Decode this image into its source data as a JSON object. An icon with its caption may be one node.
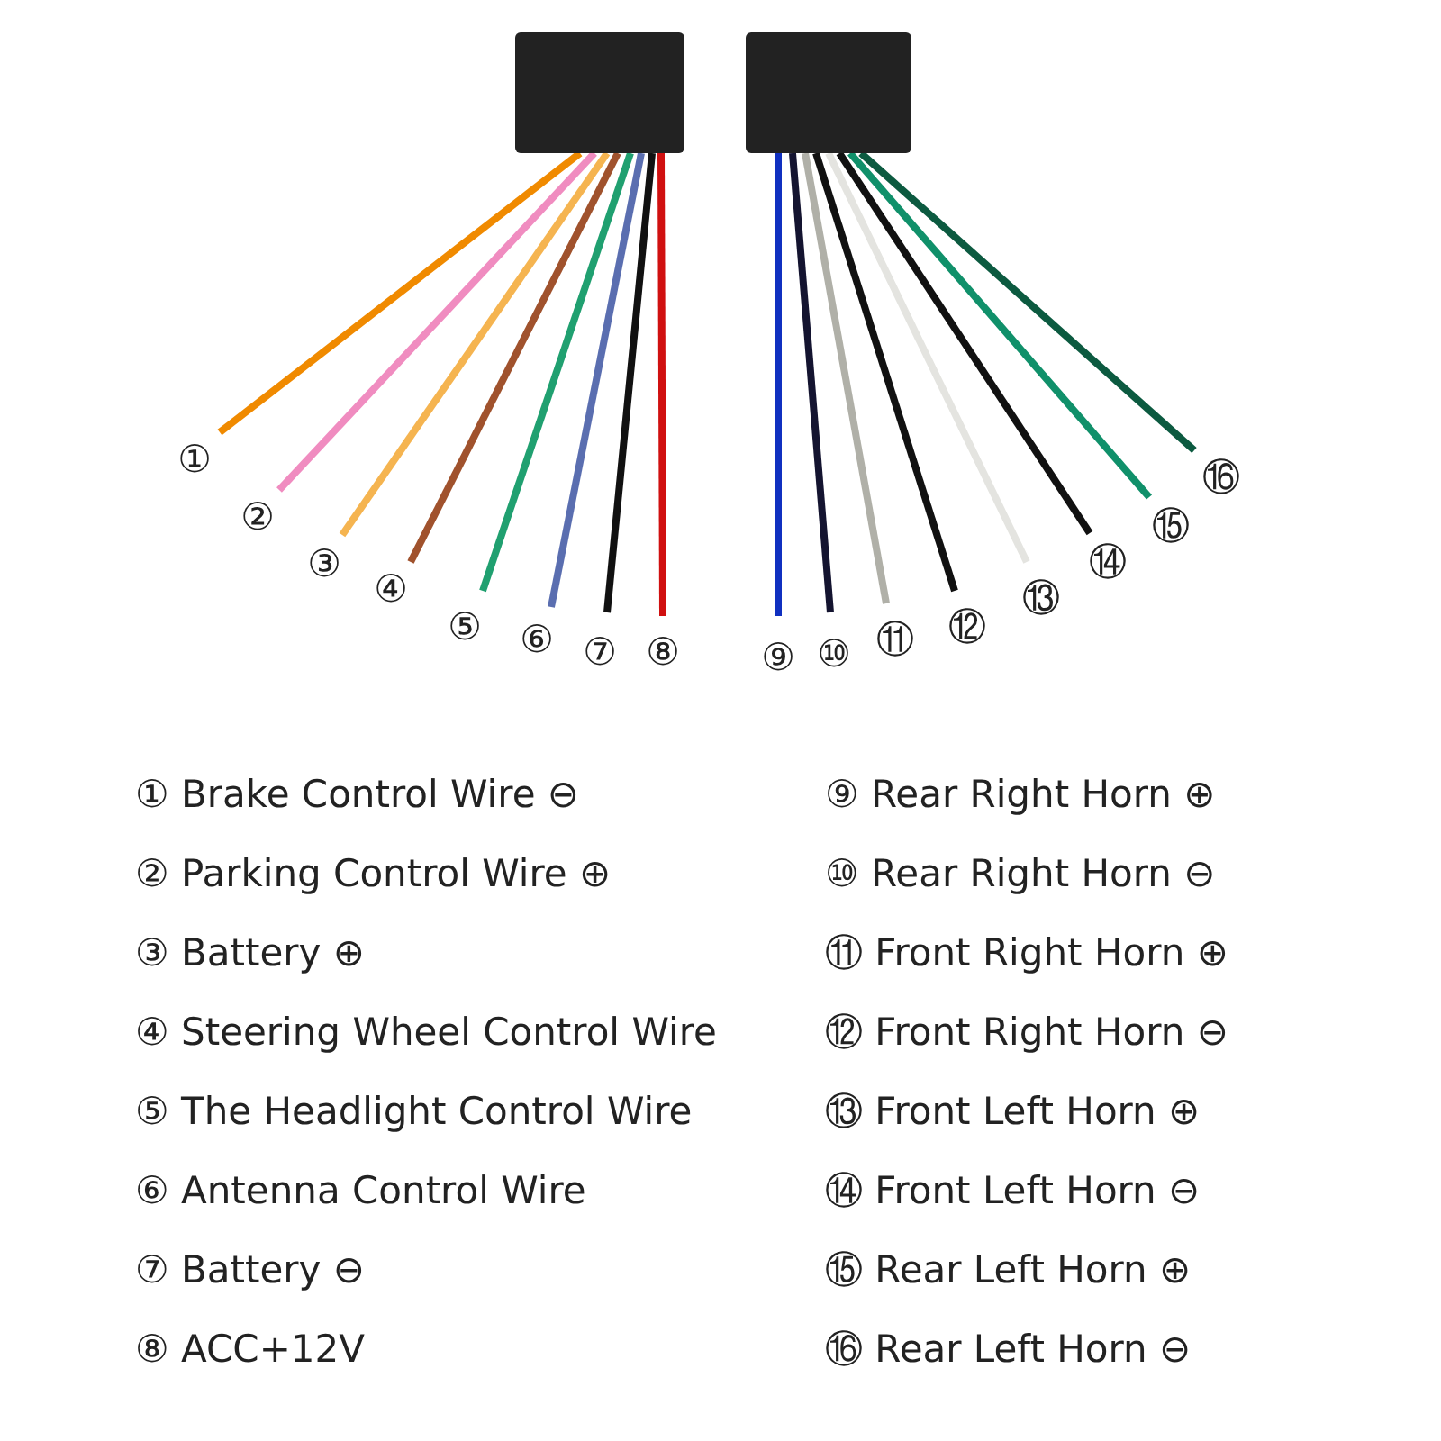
{
  "diagram": {
    "nodes": [
      {
        "text": [],
        "shape": "box"
      },
      {
        "text": [],
        "shape": "box"
      },
      {
        "text": [
          "①"
        ]
      },
      {
        "text": [
          "②"
        ]
      },
      {
        "text": [
          "③"
        ]
      },
      {
        "text": [
          "④"
        ]
      },
      {
        "text": [
          "⑤"
        ]
      },
      {
        "text": [
          "⑥"
        ]
      },
      {
        "text": [
          "⑦"
        ]
      },
      {
        "text": [
          "⑧"
        ]
      },
      {
        "text": [
          "⑨"
        ]
      },
      {
        "text": [
          "⑩"
        ]
      },
      {
        "text": [
          "⑪"
        ]
      },
      {
        "text": [
          "⑫"
        ]
      },
      {
        "text": [
          "⑬"
        ]
      },
      {
        "text": [
          "⑭"
        ]
      },
      {
        "text": [
          "⑮"
        ]
      },
      {
        "text": [
          "⑯"
        ]
      }
    ],
    "edges": [
      {
        "from": 0,
        "to": 2,
        "arrow": "none",
        "color": "#f08a00"
      },
      {
        "from": 0,
        "to": 3,
        "arrow": "none",
        "color": "#f08cc0"
      },
      {
        "from": 0,
        "to": 4,
        "arrow": "none",
        "color": "#f5b450"
      },
      {
        "from": 0,
        "to": 5,
        "arrow": "none",
        "color": "#a0522d"
      },
      {
        "from": 0,
        "to": 6,
        "arrow": "none",
        "color": "#20a070"
      },
      {
        "from": 0,
        "to": 7,
        "arrow": "none",
        "color": "#5a6eb0"
      },
      {
        "from": 0,
        "to": 8,
        "arrow": "none",
        "color": "#111111"
      },
      {
        "from": 0,
        "to": 9,
        "arrow": "none",
        "color": "#d01010"
      },
      {
        "from": 1,
        "to": 10,
        "arrow": "none",
        "color": "#1030c0"
      },
      {
        "from": 1,
        "to": 11,
        "arrow": "none",
        "color": "#141430"
      },
      {
        "from": 1,
        "to": 12,
        "arrow": "none",
        "color": "#b0b0a8"
      },
      {
        "from": 1,
        "to": 13,
        "arrow": "none",
        "color": "#111111"
      },
      {
        "from": 1,
        "to": 14,
        "arrow": "none",
        "color": "#e4e4e0"
      },
      {
        "from": 1,
        "to": 15,
        "arrow": "none",
        "color": "#111111"
      },
      {
        "from": 1,
        "to": 16,
        "arrow": "none",
        "color": "#10906a"
      },
      {
        "from": 1,
        "to": 17,
        "arrow": "none",
        "color": "#0c5a40"
      }
    ],
    "labels": [
      "① Brake Control Wire ⊖",
      "⑨ Rear Right Horn ⊕",
      "② Parking Control Wire ⊕",
      "⑩ Rear Right Horn ⊖",
      "③ Battery ⊕",
      "⑪ Front Right Horn ⊕",
      "④ Steering Wheel Control Wire",
      "⑫ Front Right Horn ⊖",
      "⑤ The Headlight Control Wire",
      "⑬ Front Left Horn ⊕",
      "⑥ Antenna Control Wire",
      "⑭ Front Left Horn ⊖",
      "⑦ Battery ⊖",
      "⑮ Rear Left Horn ⊕",
      "⑧ ACC+12V",
      "⑯ Rear Left Horn ⊖"
    ]
  }
}
